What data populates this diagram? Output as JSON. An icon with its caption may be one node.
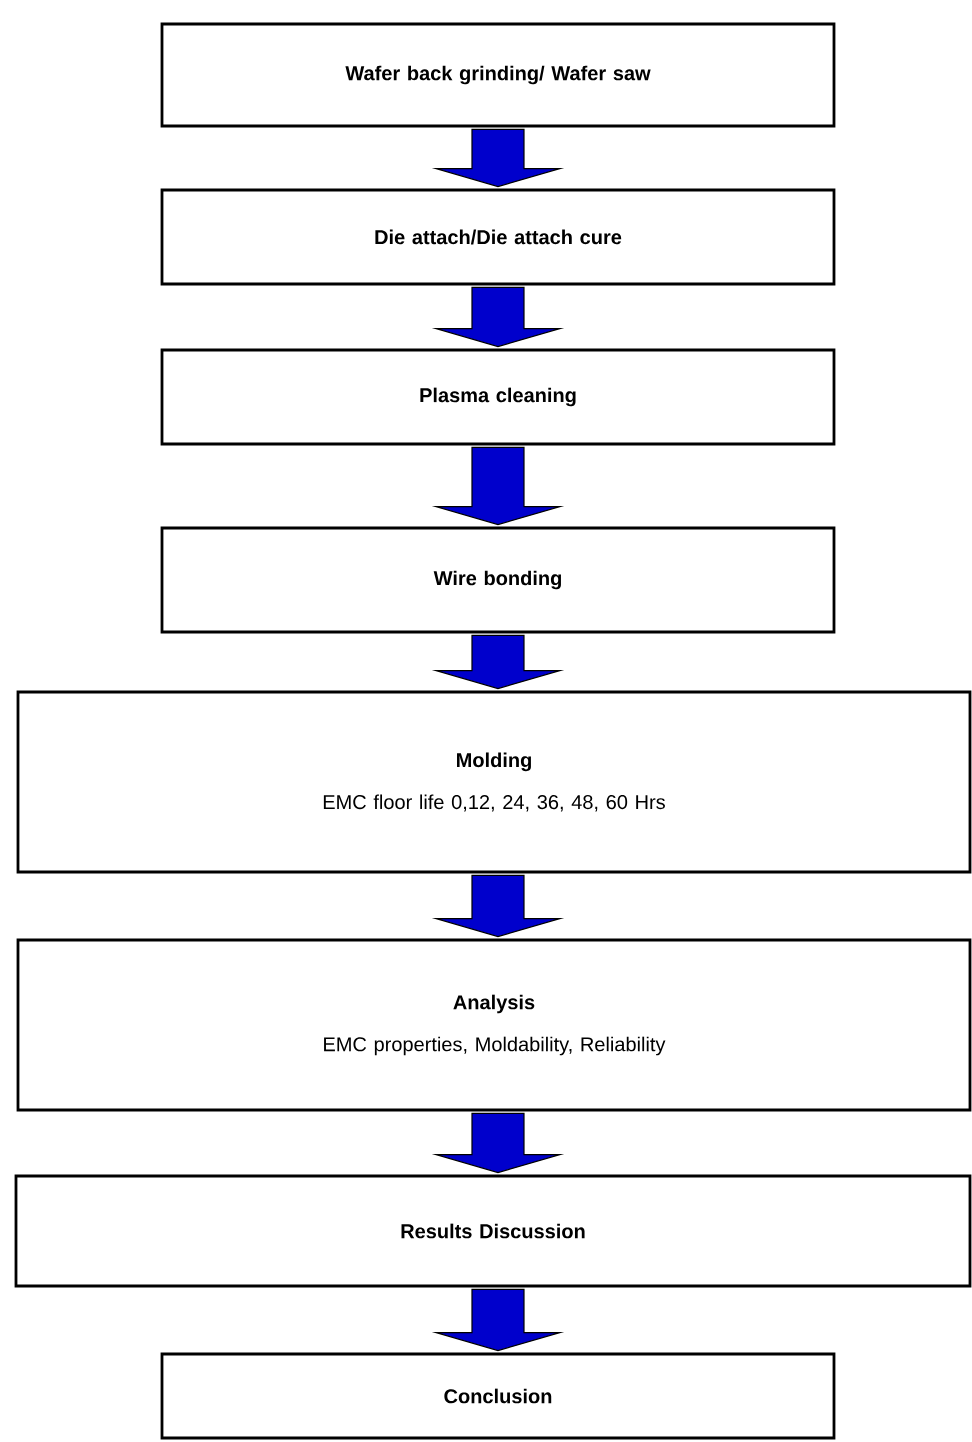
{
  "diagram": {
    "nodes": [
      {
        "text": [
          "Wafer back grinding/ Wafer saw"
        ]
      },
      {
        "text": [
          "Die attach/Die attach cure"
        ]
      },
      {
        "text": [
          "Plasma cleaning"
        ]
      },
      {
        "text": [
          "Wire bonding"
        ]
      },
      {
        "text": [
          "Molding",
          "EMC floor life 0,12, 24, 36, 48, 60 Hrs"
        ]
      },
      {
        "text": [
          "Analysis",
          "EMC properties, Moldability, Reliability"
        ]
      },
      {
        "text": [
          "Results Discussion"
        ]
      },
      {
        "text": [
          "Conclusion"
        ]
      }
    ],
    "edges": [
      {
        "from": 0,
        "to": 1,
        "arrow": "to"
      },
      {
        "from": 1,
        "to": 2,
        "arrow": "to"
      },
      {
        "from": 2,
        "to": 3,
        "arrow": "to"
      },
      {
        "from": 3,
        "to": 4,
        "arrow": "to"
      },
      {
        "from": 4,
        "to": 5,
        "arrow": "to"
      },
      {
        "from": 5,
        "to": 6,
        "arrow": "to"
      },
      {
        "from": 6,
        "to": 7,
        "arrow": "to"
      }
    ]
  }
}
